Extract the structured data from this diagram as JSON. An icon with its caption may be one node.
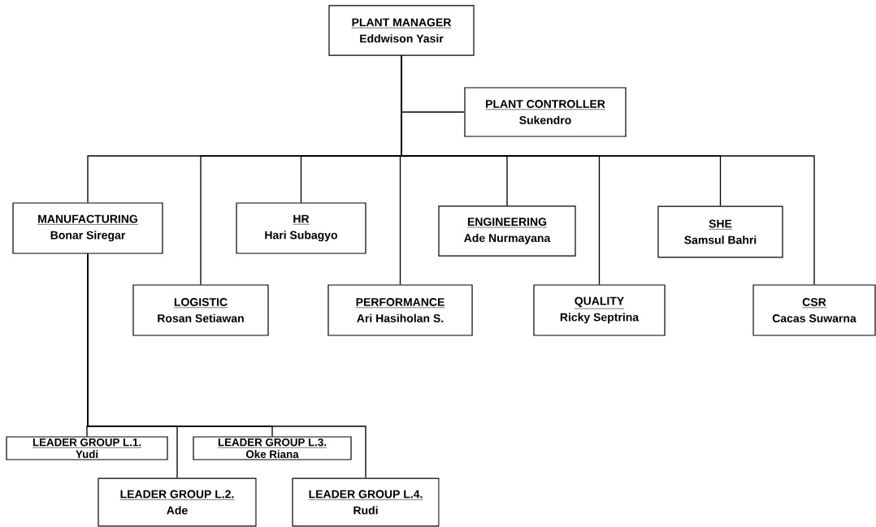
{
  "diagram": {
    "nodes": [
      {
        "text": [
          "PLANT MANAGER",
          "Eddwison Yasir"
        ]
      },
      {
        "text": [
          "PLANT CONTROLLER",
          "Sukendro"
        ]
      },
      {
        "text": [
          "MANUFACTURING",
          "Bonar Siregar"
        ]
      },
      {
        "text": [
          "HR",
          "Hari Subagyo"
        ]
      },
      {
        "text": [
          "ENGINEERING",
          "Ade Nurmayana"
        ]
      },
      {
        "text": [
          "SHE",
          "Samsul Bahri"
        ]
      },
      {
        "text": [
          "LOGISTIC",
          "Rosan Setiawan"
        ]
      },
      {
        "text": [
          "PERFORMANCE",
          "Ari Hasiholan S."
        ]
      },
      {
        "text": [
          "QUALITY",
          "Ricky Septrina"
        ]
      },
      {
        "text": [
          "CSR",
          "Cacas Suwarna"
        ]
      },
      {
        "text": [
          "LEADER GROUP L.1.",
          "Yudi"
        ]
      },
      {
        "text": [
          "LEADER GROUP L.3.",
          "Oke Riana"
        ]
      },
      {
        "text": [
          "LEADER GROUP L.2.",
          "Ade"
        ]
      },
      {
        "text": [
          "LEADER GROUP L.4.",
          "Rudi"
        ]
      }
    ],
    "edges": [
      {
        "from": 0,
        "to": 1,
        "arrow": "none"
      },
      {
        "from": 0,
        "to": 2,
        "arrow": "none"
      },
      {
        "from": 0,
        "to": 6,
        "arrow": "none"
      },
      {
        "from": 0,
        "to": 3,
        "arrow": "none"
      },
      {
        "from": 0,
        "to": 7,
        "arrow": "none"
      },
      {
        "from": 0,
        "to": 4,
        "arrow": "none"
      },
      {
        "from": 0,
        "to": 8,
        "arrow": "none"
      },
      {
        "from": 0,
        "to": 5,
        "arrow": "none"
      },
      {
        "from": 0,
        "to": 9,
        "arrow": "none"
      },
      {
        "from": 2,
        "to": 10,
        "arrow": "none"
      },
      {
        "from": 2,
        "to": 12,
        "arrow": "none"
      },
      {
        "from": 2,
        "to": 11,
        "arrow": "none"
      },
      {
        "from": 2,
        "to": 13,
        "arrow": "none"
      }
    ]
  }
}
